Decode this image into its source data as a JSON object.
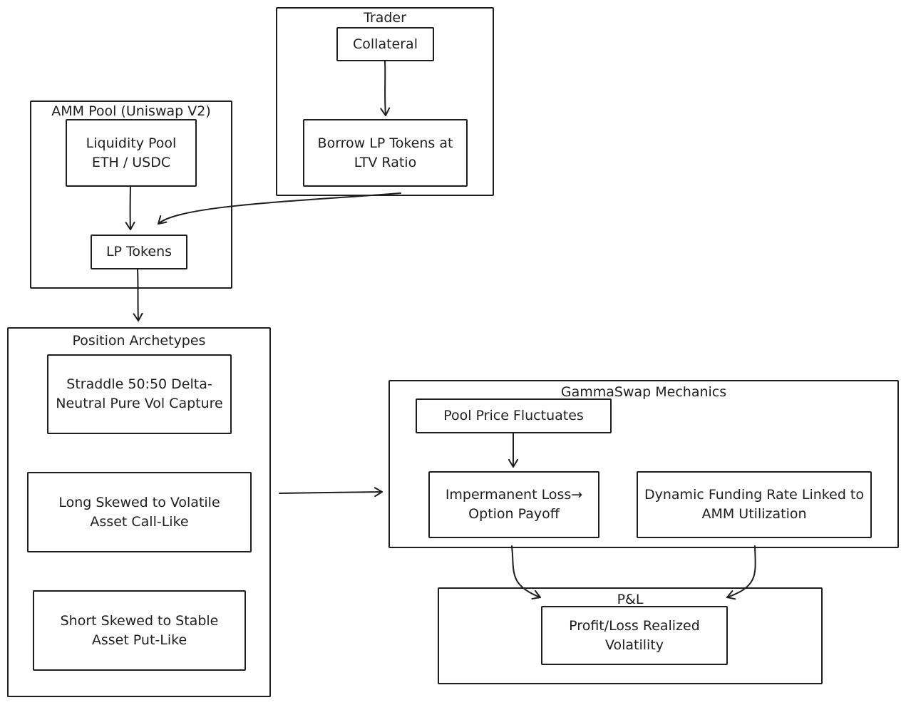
{
  "groups": {
    "trader": {
      "title": "Trader"
    },
    "amm_pool": {
      "title": "AMM Pool (Uniswap V2)"
    },
    "archetypes": {
      "title": "Position Archetypes"
    },
    "mechanics": {
      "title": "GammaSwap Mechanics"
    },
    "pnl": {
      "title": "P&L"
    }
  },
  "nodes": {
    "collateral": "Collateral",
    "borrow": "Borrow LP Tokens at LTV Ratio",
    "liquidity_pool": "Liquidity Pool ETH / USDC",
    "lp_tokens": "LP Tokens",
    "straddle": "Straddle 50:50 Delta-Neutral Pure Vol Capture",
    "long": "Long Skewed to Volatile Asset Call-Like",
    "short": "Short Skewed to Stable Asset Put-Like",
    "price_fluctuates": "Pool Price Fluctuates",
    "impermanent_loss": "Impermanent Loss→ Option Payoff",
    "funding_rate": "Dynamic Funding Rate Linked to AMM Utilization",
    "profit_loss": "Profit/Loss Realized Volatility"
  },
  "colors": {
    "stroke": "#1e1e1e",
    "background": "#ffffff"
  }
}
